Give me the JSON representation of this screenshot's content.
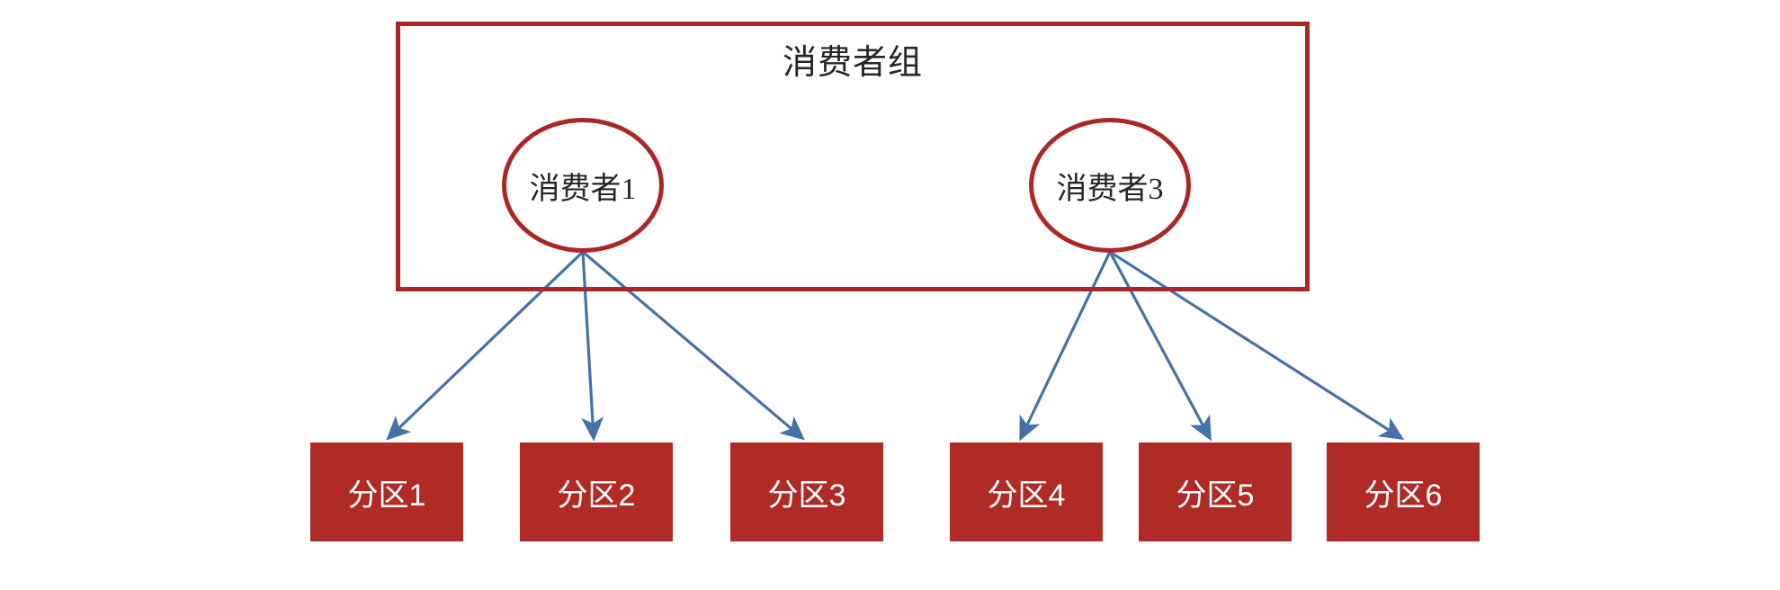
{
  "diagram": {
    "title": "Kafka consumer group to partition assignment",
    "colors": {
      "red_stroke": "#ad2626",
      "box_fill": "#b02b25",
      "arrow_blue": "#4472a8",
      "text_dark": "#262626",
      "text_light": "#ffffff",
      "background": "#ffffff"
    },
    "group": {
      "label": "消费者组",
      "consumers": [
        {
          "id": "consumer-1",
          "label": "消费者1"
        },
        {
          "id": "consumer-3",
          "label": "消费者3"
        }
      ]
    },
    "partitions": [
      {
        "id": "partition-1",
        "label": "分区1"
      },
      {
        "id": "partition-2",
        "label": "分区2"
      },
      {
        "id": "partition-3",
        "label": "分区3"
      },
      {
        "id": "partition-4",
        "label": "分区4"
      },
      {
        "id": "partition-5",
        "label": "分区5"
      },
      {
        "id": "partition-6",
        "label": "分区6"
      }
    ],
    "connections": [
      {
        "from": "消费者1",
        "to": "分区1"
      },
      {
        "from": "消费者1",
        "to": "分区2"
      },
      {
        "from": "消费者1",
        "to": "分区3"
      },
      {
        "from": "消费者3",
        "to": "分区4"
      },
      {
        "from": "消费者3",
        "to": "分区5"
      },
      {
        "from": "消费者3",
        "to": "分区6"
      }
    ]
  }
}
